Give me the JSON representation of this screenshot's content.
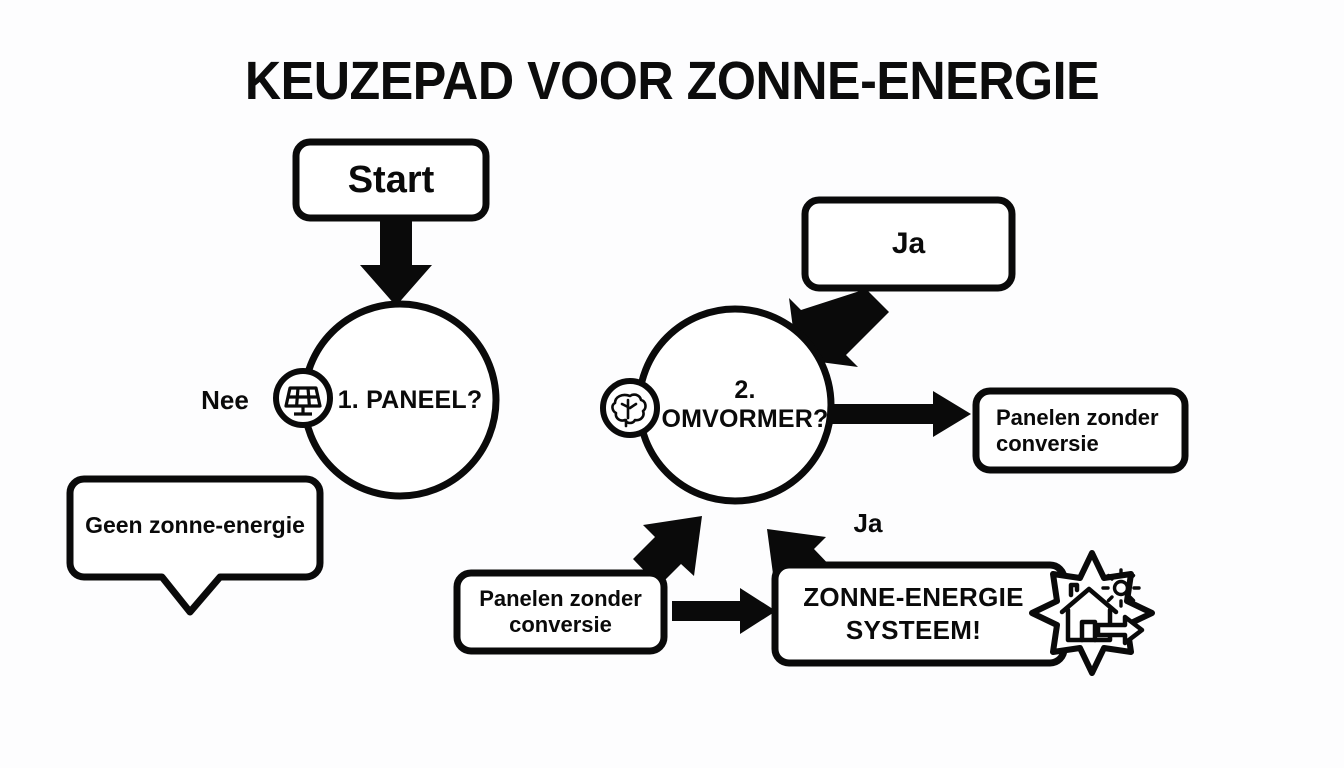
{
  "title": "KEUZEPAD VOOR ZONNE-ENERGIE",
  "colors": {
    "stroke": "#0a0a0a",
    "fill": "#ffffff",
    "background": "#fdfdfe"
  },
  "nodes": {
    "start": {
      "label": "Start",
      "shape": "rounded-rect"
    },
    "decision1": {
      "label": "1. PANEEL?",
      "shape": "circle",
      "icon": "solar-panel-icon"
    },
    "decision2": {
      "label": "2. OMVORMER?",
      "shape": "circle",
      "icon": "brain-icon"
    },
    "ja_top": {
      "label": "Ja",
      "shape": "rounded-rect"
    },
    "geen": {
      "label": "Geen zonne-energie",
      "shape": "speech-bubble"
    },
    "panelen_right": {
      "label": "Panelen zonder\nconversie",
      "shape": "rounded-rect"
    },
    "panelen_bottom": {
      "label": "Panelen zonder\nconversie",
      "shape": "rounded-rect"
    },
    "systeem": {
      "label": "ZONNE-ENERGIE\nSYSTEEM!",
      "shape": "rounded-rect",
      "icon": "house-sun-star-icon"
    }
  },
  "edge_labels": {
    "nee": "Nee",
    "ja_bottom": "Ja"
  },
  "edges": [
    {
      "from": "start",
      "to": "decision1",
      "kind": "arrow-down"
    },
    {
      "from": "ja_top",
      "to": "decision2",
      "kind": "arrow-diagonal-down-left"
    },
    {
      "from": "decision2",
      "to": "panelen_right",
      "kind": "arrow-right"
    },
    {
      "from": "panelen_bottom",
      "to": "decision2",
      "kind": "arrow-diagonal-up-right"
    },
    {
      "from": "systeem",
      "to": "decision2",
      "kind": "arrow-diagonal-up-left"
    },
    {
      "from": "panelen_bottom",
      "to": "systeem",
      "kind": "arrow-right"
    }
  ]
}
